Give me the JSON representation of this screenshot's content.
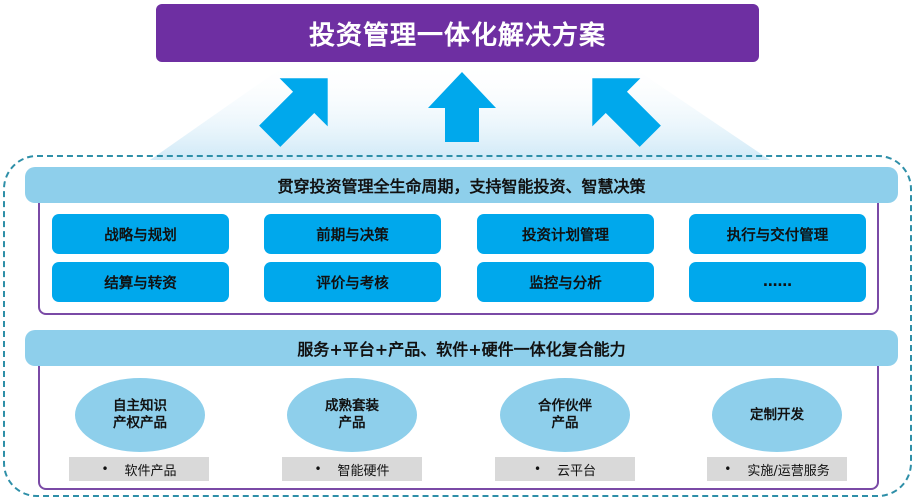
{
  "title": "投资管理一体化解决方案",
  "band1": {
    "label": "贯穿投资管理全生命周期，支持智能投资、智慧决策",
    "modules": [
      "战略与规划",
      "前期与决策",
      "投资计划管理",
      "执行与交付管理",
      "结算与转资",
      "评价与考核",
      "监控与分析",
      "……"
    ]
  },
  "band2": {
    "label": "服务+平台+产品、软件+硬件一体化复合能力",
    "capabilities": [
      {
        "lines": [
          "自主知识",
          "产权产品"
        ],
        "tag": "软件产品"
      },
      {
        "lines": [
          "成熟套装",
          "产品"
        ],
        "tag": "智能硬件"
      },
      {
        "lines": [
          "合作伙伴",
          "产品"
        ],
        "tag": "云平台"
      },
      {
        "lines": [
          "定制开发"
        ],
        "tag": "实施/运营服务"
      }
    ],
    "bullet": "•"
  },
  "colors": {
    "title_bg": "#6e2fa2",
    "band_bg": "#8ecfeb",
    "module_bg": "#00a8ec",
    "arrow": "#00a8ec",
    "frame_border": "#2e8fa8",
    "box_border": "#7a4aa6",
    "tag_bg": "#d9d9d9"
  }
}
